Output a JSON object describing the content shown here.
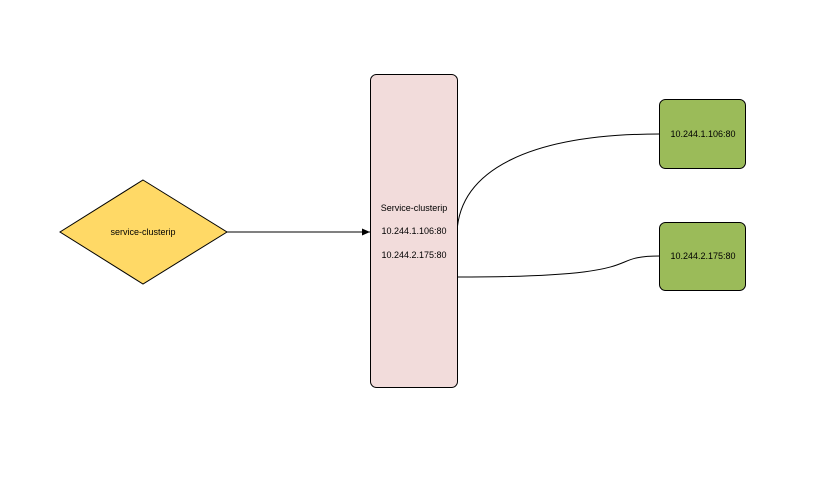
{
  "colors": {
    "diamond_fill": "#FFD966",
    "diamond_stroke": "#000000",
    "service_fill": "#F2DCDB",
    "service_stroke": "#000000",
    "endpoint_fill": "#9BBB59",
    "endpoint_stroke": "#000000",
    "connector": "#000000"
  },
  "source": {
    "label": "service-clusterip"
  },
  "service": {
    "title": "Service-clusterip",
    "endpoints": [
      "10.244.1.106:80",
      "10.244.2.175:80"
    ]
  },
  "pods": [
    {
      "label": "10.244.1.106:80"
    },
    {
      "label": "10.244.2.175:80"
    }
  ]
}
